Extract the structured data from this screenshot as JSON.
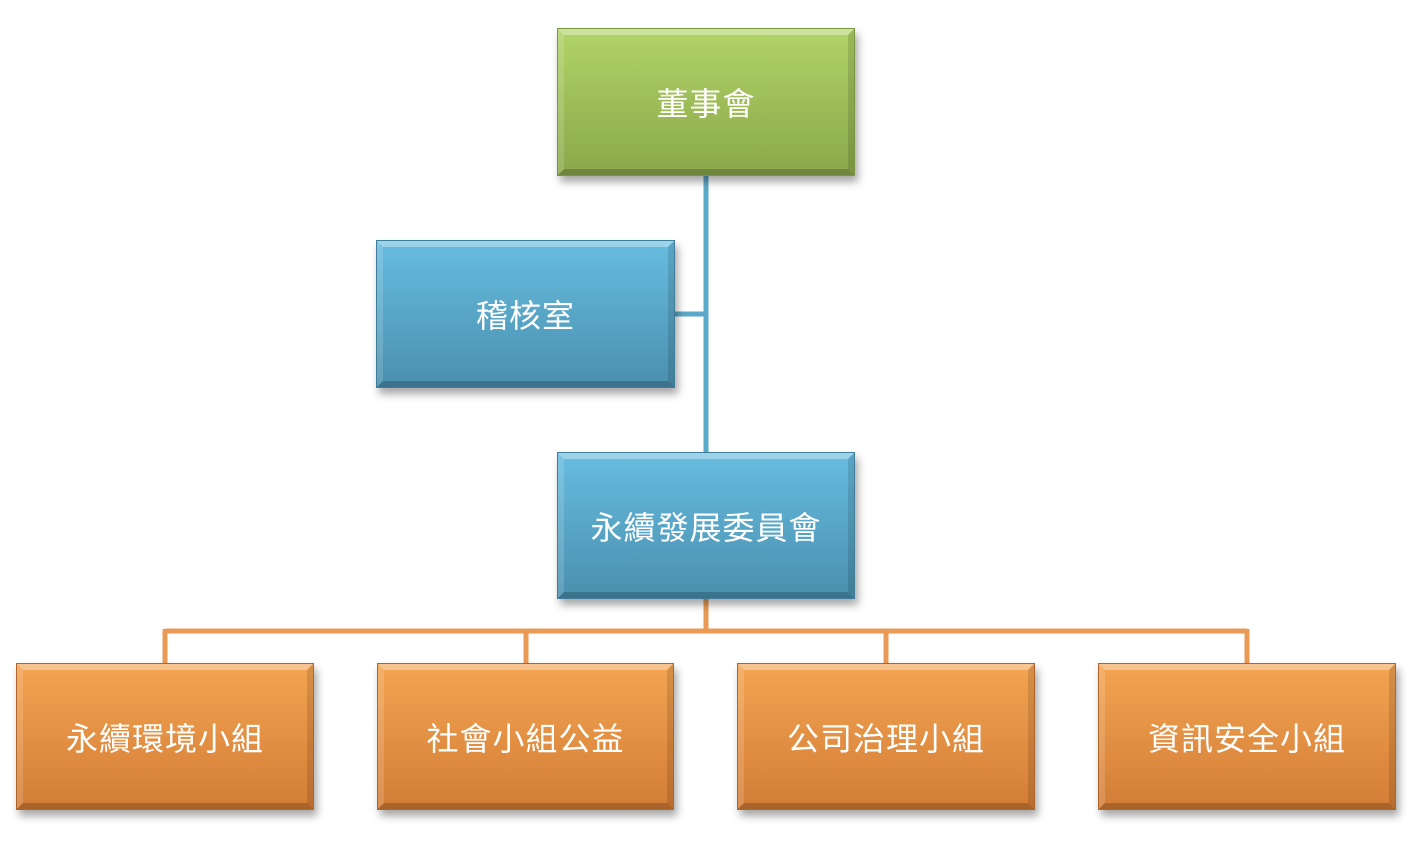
{
  "colors": {
    "board": "#a4c45e",
    "blue": "#5aa9cc",
    "orange": "#ee9a4c",
    "connector_blue": "#5aa9c8",
    "connector_orange": "#e99a55"
  },
  "board": {
    "label": "董事會"
  },
  "audit": {
    "label": "稽核室"
  },
  "committee": {
    "label": "永續發展委員會"
  },
  "groups": [
    {
      "label": "永續環境小組"
    },
    {
      "label": "社會小組公益"
    },
    {
      "label": "公司治理小組"
    },
    {
      "label": "資訊安全小組"
    }
  ]
}
